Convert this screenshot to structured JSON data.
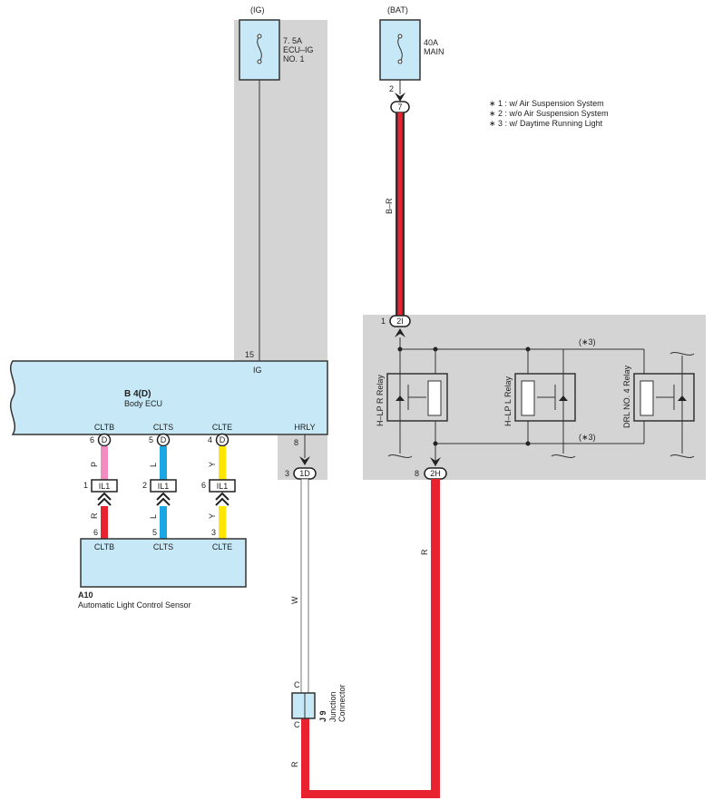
{
  "colors": {
    "gray_bg": "#d4d4d4",
    "ecu_fill": "#c6e8f7",
    "wire_red": "#e8222f",
    "wire_blue": "#1ca6e4",
    "wire_yellow": "#ffe600",
    "wire_pink": "#f08cbf",
    "wire_black": "#333333",
    "wire_white": "#ffffff"
  },
  "power": {
    "ig": {
      "label": "(IG)",
      "fuse_rating": "7. 5A",
      "fuse_name_1": "ECU–IG",
      "fuse_name_2": "NO. 1"
    },
    "bat": {
      "label": "(BAT)",
      "fuse_rating": "40A",
      "fuse_name": "MAIN",
      "pin": "2",
      "connector": "7",
      "wire_color": "B–R"
    }
  },
  "notes": [
    "∗ 1 : w/ Air Suspension System",
    "∗ 2 : w/o Air Suspension System",
    "∗ 3 : w/ Daytime Running Light"
  ],
  "body_ecu": {
    "code": "B 4(D)",
    "name": "Body ECU",
    "ig_pin": "15",
    "ig_label": "IG",
    "terminals": [
      {
        "label": "CLTB",
        "pin": "6",
        "conn": "D",
        "wire": "P"
      },
      {
        "label": "CLTS",
        "pin": "5",
        "conn": "D",
        "wire": "L"
      },
      {
        "label": "CLTE",
        "pin": "4",
        "conn": "D",
        "wire": "Y"
      }
    ],
    "hrly": {
      "label": "HRLY",
      "pin": "8"
    }
  },
  "junction_il1": [
    {
      "pin_left": "1",
      "name": "IL1",
      "pin_below": "6",
      "wire_below": "R"
    },
    {
      "pin_left": "2",
      "name": "IL1",
      "pin_below": "5",
      "wire_below": "L"
    },
    {
      "pin_left": "6",
      "name": "IL1",
      "pin_below": "3",
      "wire_below": "Y"
    }
  ],
  "sensor": {
    "code": "A10",
    "name": "Automatic Light Control Sensor",
    "terminals": [
      "CLTB",
      "CLTS",
      "CLTE"
    ]
  },
  "conn_1d": {
    "pin": "3",
    "name": "1D",
    "wire": "W"
  },
  "relay_block": {
    "top_conn": {
      "pin": "1",
      "name": "2I"
    },
    "bottom_conn": {
      "pin": "8",
      "name": "2H"
    },
    "relays": [
      "H–LP R Relay",
      "H–LP L Relay",
      "DRL NO. 4 Relay"
    ],
    "note_top": "(∗3)",
    "note_bottom": "(∗3)",
    "wire_out": "R"
  },
  "junction_j9": {
    "code": "J 9",
    "name_1": "Junction",
    "name_2": "Connector",
    "pin_top": "C",
    "pin_bottom": "C",
    "wire_bottom": "R"
  }
}
